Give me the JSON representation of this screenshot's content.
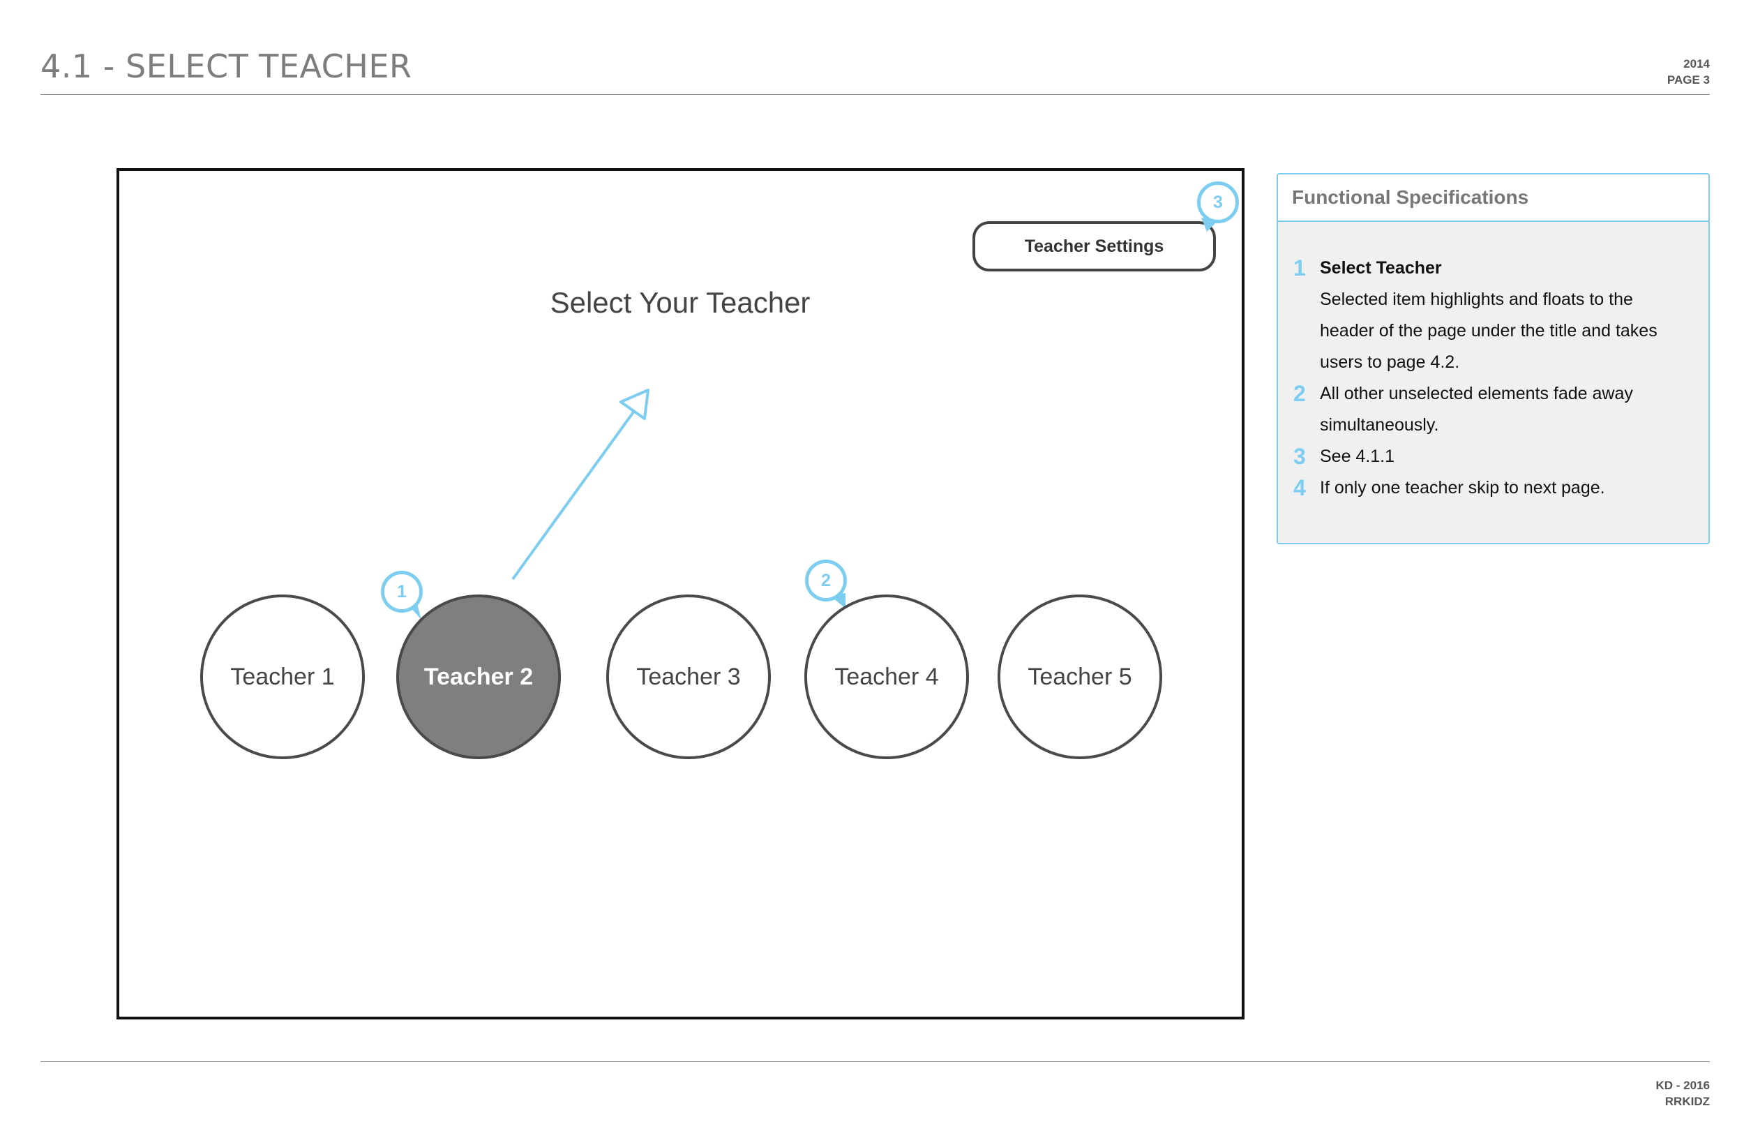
{
  "header": {
    "title": "4.1 - SELECT TEACHER",
    "year": "2014",
    "page": "PAGE 3"
  },
  "screen": {
    "settings_button": "Teacher Settings",
    "title": "Select Your Teacher",
    "teachers": [
      {
        "label": "Teacher 1",
        "selected": false
      },
      {
        "label": "Teacher 2",
        "selected": true
      },
      {
        "label": "Teacher 3",
        "selected": false
      },
      {
        "label": "Teacher 4",
        "selected": false
      },
      {
        "label": "Teacher 5",
        "selected": false
      }
    ],
    "callouts": [
      "1",
      "2",
      "3"
    ]
  },
  "spec": {
    "heading": "Functional Specifications",
    "items": [
      {
        "num": "1",
        "title": "Select Teacher",
        "text": "Selected item highlights and floats to the header of the page under the title and takes users to page 4.2."
      },
      {
        "num": "2",
        "title": "",
        "text": "All other unselected elements fade away simultaneously."
      },
      {
        "num": "3",
        "title": "",
        "text": "See 4.1.1"
      },
      {
        "num": "4",
        "title": "",
        "text": "If only one teacher skip to next page."
      }
    ]
  },
  "footer": {
    "line1": "KD - 2016",
    "line2": "RRKIDZ"
  },
  "colors": {
    "accent": "#7dcdf1",
    "selected_fill": "#7f7f7f",
    "title_gray": "#7d7d7d"
  }
}
